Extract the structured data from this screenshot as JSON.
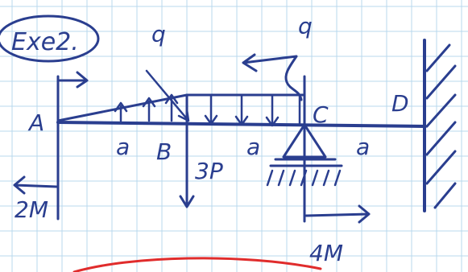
{
  "exercise": {
    "title": "Exe2."
  },
  "points": {
    "A": "A",
    "B": "B",
    "C": "C",
    "D": "D"
  },
  "dimensions": {
    "seg_AB": "a",
    "seg_BC": "a",
    "seg_CD": "a"
  },
  "loads": {
    "q_left": "q",
    "q_right": "q",
    "force_B": "3P",
    "moment_A": "2M",
    "moment_C": "4M"
  },
  "colors": {
    "ink": "#2a3e8f",
    "grid": "#b9d8ee",
    "red": "#e02c2c",
    "paper": "#ffffff"
  }
}
